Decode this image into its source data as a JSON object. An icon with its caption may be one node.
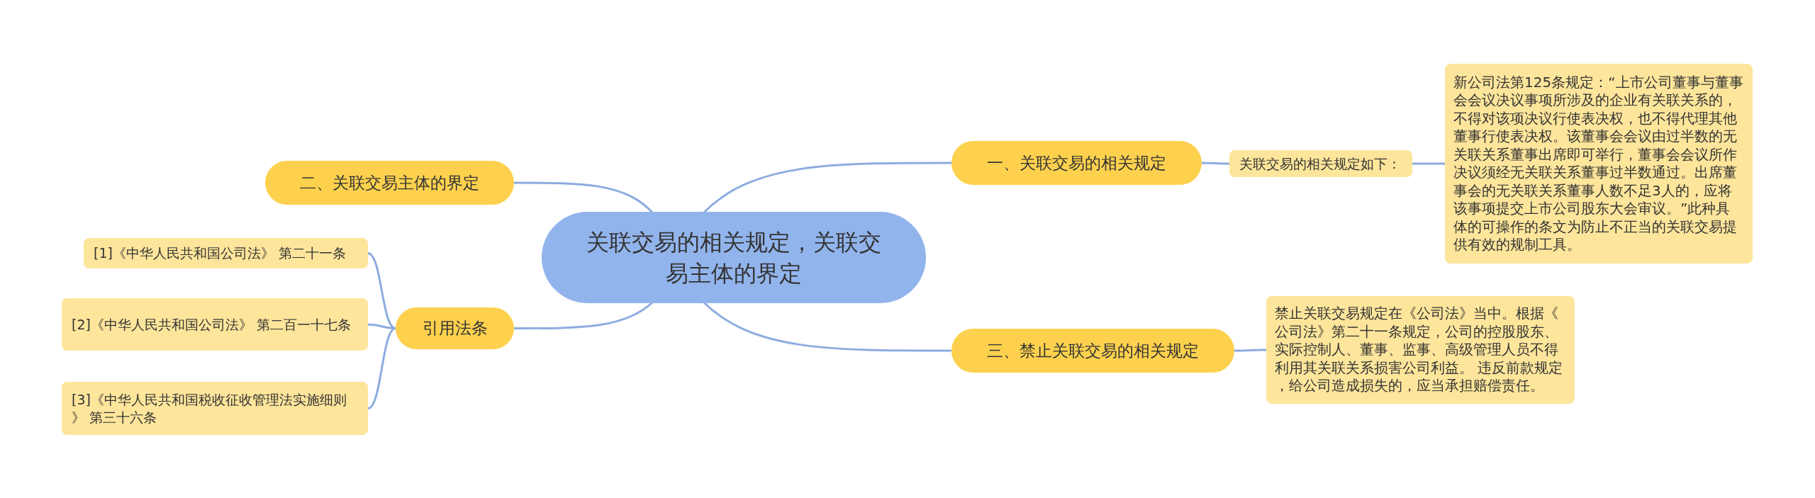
{
  "diagram": {
    "nodes": [
      {
        "text": [
          "关联交易的相关规定，关联交易主体的界定"
        ]
      },
      {
        "text": [
          "一、关联交易的相关规定"
        ]
      },
      {
        "text": [
          "关联交易的相关规定如下："
        ]
      },
      {
        "text": [
          "新公司法第125条规定：“上市公司董事与董事会会议决议事项所涉及的企业有关联关系的，不得对该项决议行使表决权，也不得代理其他董事行使表决权。该董事会会议由过半数的无关联关系董事出席即可举行，董事会会议所作决议须经无关联关系董事过半数通过。出席董事会的无关联关系董事人数不足3人的，应将该事项提交上市公司股东大会审议。”此种具体的可操作的条文为防止不正当的关联交易提供有效的规制工具。"
        ]
      },
      {
        "text": [
          "三、禁止关联交易的相关规定"
        ]
      },
      {
        "text": [
          "禁止关联交易规定在《公司法》当中。根据《公司法》第二十一条规定，公司的控股股东、实际控制人、董事、监事、高级管理人员不得利用其关联关系损害公司利益。 违反前款规定，给公司造成损失的，应当承担赔偿责任。"
        ]
      },
      {
        "text": [
          "二、关联交易主体的界定"
        ]
      },
      {
        "text": [
          "引用法条"
        ]
      },
      {
        "text": [
          "[1]《中华人民共和国公司法》 第二十一条"
        ]
      },
      {
        "text": [
          "[2]《中华人民共和国公司法》 第二百一十七条"
        ]
      },
      {
        "text": [
          "[3]《中华人民共和国税收征收管理法实施细则》 第三十六条"
        ]
      }
    ],
    "edges": [
      {
        "from": 0,
        "to": 1,
        "arrow": "none"
      },
      {
        "from": 1,
        "to": 2,
        "arrow": "none"
      },
      {
        "from": 2,
        "to": 3,
        "arrow": "none"
      },
      {
        "from": 0,
        "to": 4,
        "arrow": "none"
      },
      {
        "from": 4,
        "to": 5,
        "arrow": "none"
      },
      {
        "from": 0,
        "to": 6,
        "arrow": "none"
      },
      {
        "from": 0,
        "to": 7,
        "arrow": "none"
      },
      {
        "from": 7,
        "to": 8,
        "arrow": "none"
      },
      {
        "from": 7,
        "to": 9,
        "arrow": "none"
      },
      {
        "from": 7,
        "to": 10,
        "arrow": "none"
      }
    ]
  }
}
